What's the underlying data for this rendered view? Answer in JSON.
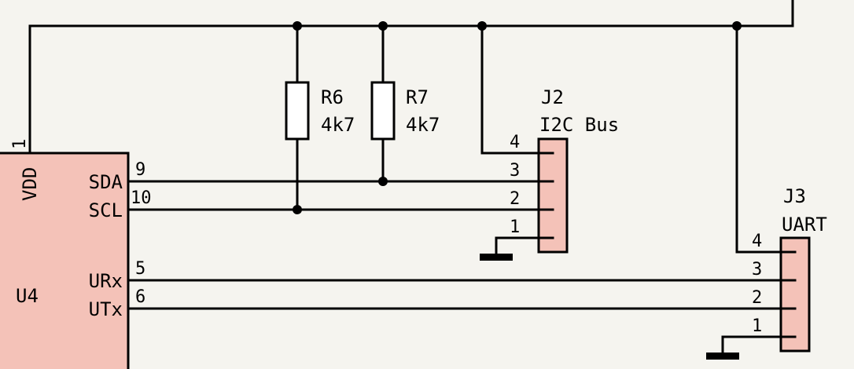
{
  "u4": {
    "ref": "U4",
    "pins": {
      "vdd": {
        "name": "VDD",
        "number": "1"
      },
      "sda": {
        "name": "SDA",
        "number": "9"
      },
      "scl": {
        "name": "SCL",
        "number": "10"
      },
      "urx": {
        "name": "URx",
        "number": "5"
      },
      "utx": {
        "name": "UTx",
        "number": "6"
      }
    }
  },
  "r6": {
    "ref": "R6",
    "value": "4k7"
  },
  "r7": {
    "ref": "R7",
    "value": "4k7"
  },
  "j2": {
    "ref": "J2",
    "value": "I2C Bus",
    "pins": [
      "4",
      "3",
      "2",
      "1"
    ]
  },
  "j3": {
    "ref": "J3",
    "value": "UART",
    "pins": [
      "4",
      "3",
      "2",
      "1"
    ]
  },
  "colors": {
    "component_fill": "#f4c2b8",
    "background": "#f5f4ef",
    "wire": "#000000",
    "resistor_fill": "#ffffff"
  }
}
